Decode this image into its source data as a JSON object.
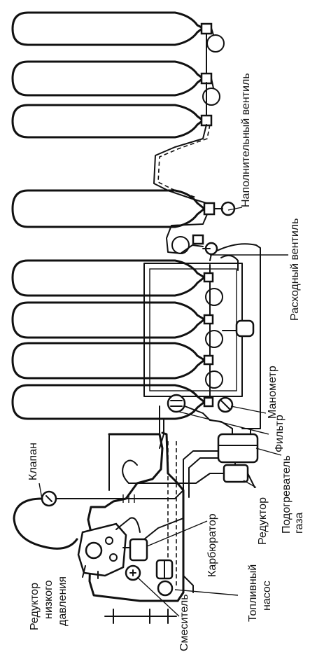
{
  "labels": {
    "filling_valve": "Наполнительный вентиль",
    "supply_valve": "Расходный вентиль",
    "manometer": "Манометр",
    "filter": "Фильтр",
    "gas_heater_1": "Подогреватель",
    "gas_heater_2": "газа",
    "reducer": "Редуктор",
    "carburetor": "Карбюратор",
    "fuel_pump_1": "Топливный",
    "fuel_pump_2": "насос",
    "mixer": "Смеситель",
    "valve": "Клапан",
    "low_pressure_reducer_1": "Редуктор",
    "low_pressure_reducer_2": "низкого",
    "low_pressure_reducer_3": "давления"
  }
}
